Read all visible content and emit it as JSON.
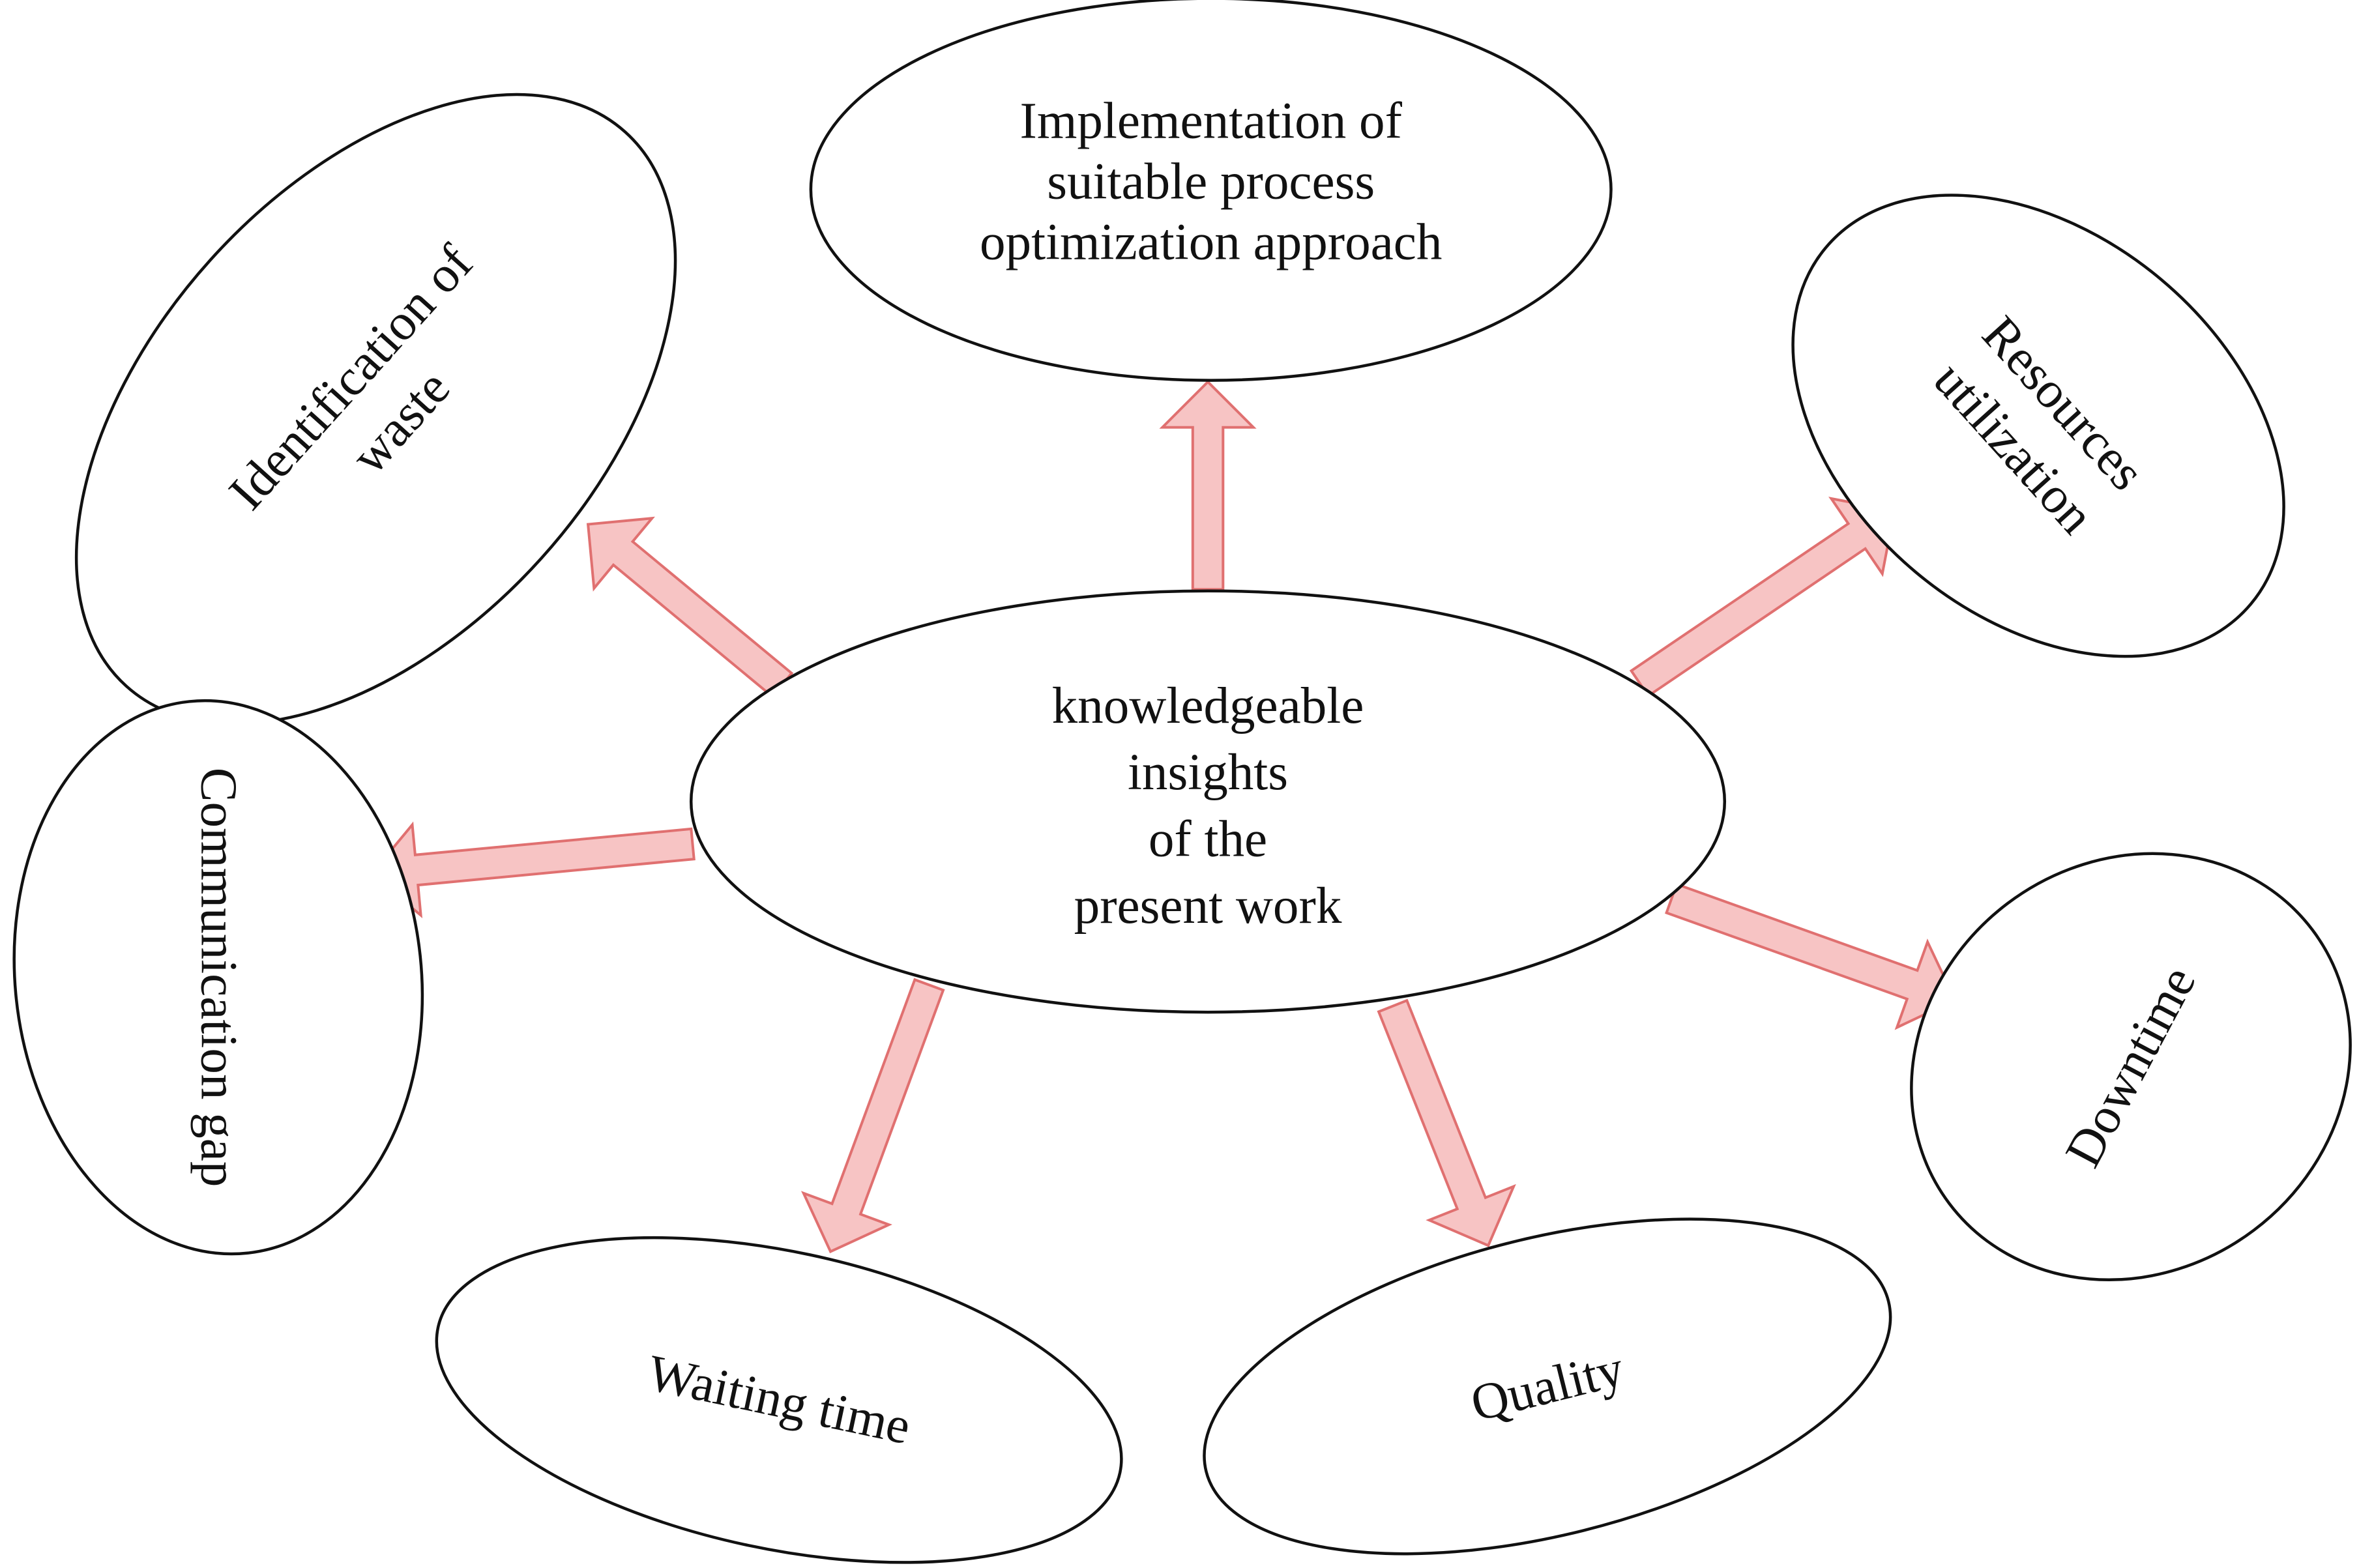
{
  "diagram": {
    "center": {
      "lines": [
        "knowledgeable",
        "insights",
        "of the",
        "present work"
      ]
    },
    "nodes": [
      {
        "id": "implementation",
        "lines": [
          "Implementation of",
          "suitable process",
          "optimization approach"
        ]
      },
      {
        "id": "identification-of-waste",
        "lines": [
          "Identification of",
          "waste"
        ]
      },
      {
        "id": "resources-utilization",
        "lines": [
          "Resources",
          "utilization"
        ]
      },
      {
        "id": "communication-gap",
        "lines": [
          "Communication gap"
        ]
      },
      {
        "id": "downtime",
        "lines": [
          "Downtime"
        ]
      },
      {
        "id": "waiting-time",
        "lines": [
          "Waiting time"
        ]
      },
      {
        "id": "quality",
        "lines": [
          "Quality"
        ]
      }
    ],
    "colors": {
      "arrow_fill": "#f7c4c4",
      "arrow_stroke": "#e07070",
      "outline": "#111111",
      "background": "#ffffff"
    }
  }
}
